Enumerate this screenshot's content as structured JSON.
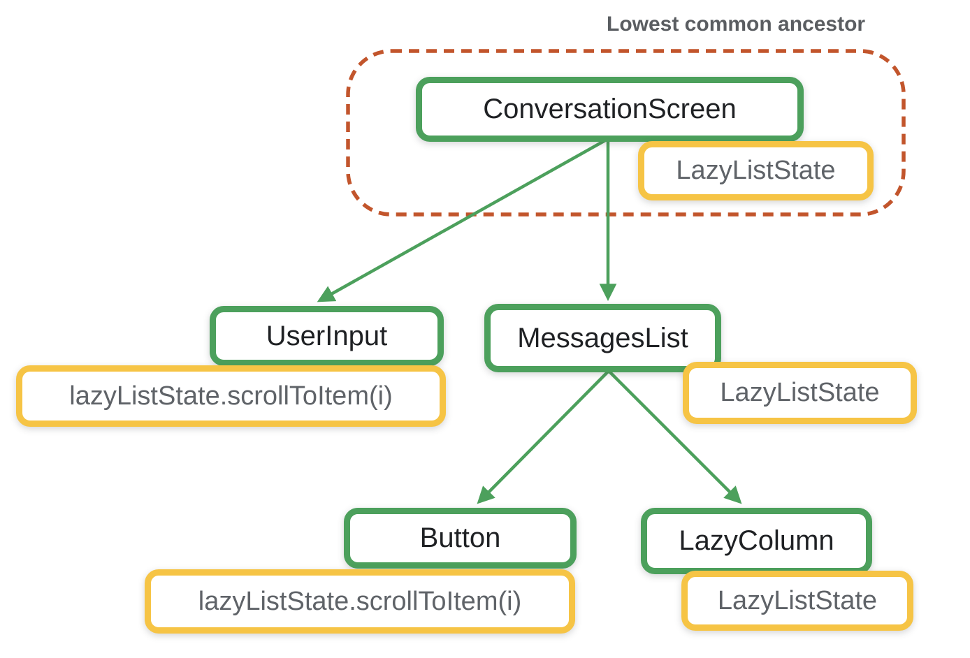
{
  "title": "Lowest common ancestor",
  "colors": {
    "composable_border": "#4CA05C",
    "state_border": "#F6C445",
    "ancestor_outline": "#C2552C",
    "composable_text": "#1f2124",
    "state_text": "#5f6368",
    "title_text": "#5a5d61"
  },
  "nodes": [
    {
      "id": "conversation-screen",
      "label": "ConversationScreen",
      "type": "composable"
    },
    {
      "id": "lazyliststate-top",
      "label": "LazyListState",
      "type": "state"
    },
    {
      "id": "user-input",
      "label": "UserInput",
      "type": "composable"
    },
    {
      "id": "scrolltoitem-user-input",
      "label": "lazyListState.scrollToItem(i)",
      "type": "state"
    },
    {
      "id": "messages-list",
      "label": "MessagesList",
      "type": "composable"
    },
    {
      "id": "lazyliststate-messages-list",
      "label": "LazyListState",
      "type": "state"
    },
    {
      "id": "button",
      "label": "Button",
      "type": "composable"
    },
    {
      "id": "scrolltoitem-button",
      "label": "lazyListState.scrollToItem(i)",
      "type": "state"
    },
    {
      "id": "lazy-column",
      "label": "LazyColumn",
      "type": "composable"
    },
    {
      "id": "lazyliststate-lazy-column",
      "label": "LazyListState",
      "type": "state"
    }
  ],
  "edges": [
    {
      "from": "ConversationScreen",
      "to": "UserInput"
    },
    {
      "from": "ConversationScreen",
      "to": "MessagesList"
    },
    {
      "from": "MessagesList",
      "to": "Button"
    },
    {
      "from": "MessagesList",
      "to": "LazyColumn"
    }
  ],
  "ancestor_group": {
    "label": "Lowest common ancestor",
    "members": [
      "ConversationScreen",
      "LazyListState"
    ]
  }
}
